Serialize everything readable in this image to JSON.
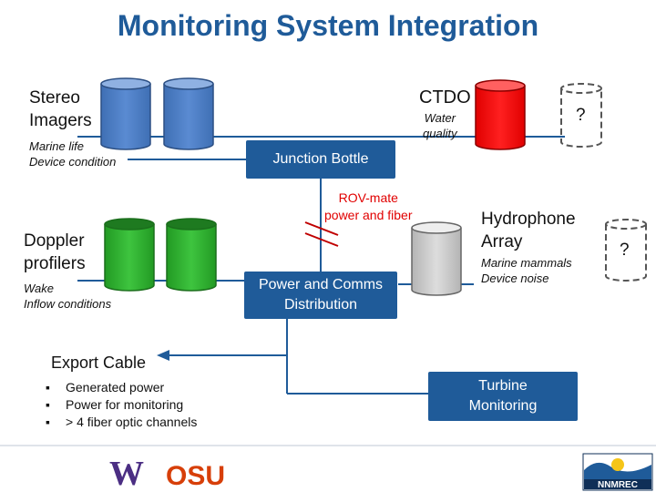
{
  "title": "Monitoring System Integration",
  "colors": {
    "title": "#1f5b99",
    "line": "#1f5b99",
    "box": "#1f5b99",
    "cyl_blue": "#4f7fc4",
    "cyl_green": "#2fb030",
    "cyl_red": "#ff0000",
    "cyl_gray": "#c8c8c8",
    "rov_text": "#e10000"
  },
  "stereo": {
    "title_line1": "Stereo",
    "title_line2": "Imagers",
    "sub_line1": "Marine life",
    "sub_line2": "Device condition",
    "icon": "blue-cylinder-icon"
  },
  "doppler": {
    "title_line1": "Doppler",
    "title_line2": "profilers",
    "sub_line1": "Wake",
    "sub_line2": "Inflow conditions",
    "icon": "green-cylinder-icon"
  },
  "ctdo": {
    "title": "CTDO",
    "sub_line1": "Water",
    "sub_line2": "quality",
    "icon": "red-cylinder-icon"
  },
  "unknown_top": {
    "label": "?"
  },
  "unknown_right": {
    "label": "?"
  },
  "hydrophone": {
    "title_line1": "Hydrophone",
    "title_line2": "Array",
    "sub_line1": "Marine mammals",
    "sub_line2": "Device noise",
    "icon": "gray-cylinder-icon"
  },
  "junction": {
    "label": "Junction Bottle"
  },
  "rov": {
    "line1": "ROV-mate",
    "line2": "power and fiber"
  },
  "power": {
    "line1": "Power and Comms",
    "line2": "Distribution"
  },
  "turbine": {
    "line1": "Turbine",
    "line2": "Monitoring"
  },
  "export": {
    "title": "Export Cable",
    "items": [
      "Generated power",
      "Power for monitoring",
      "> 4 fiber optic channels"
    ]
  },
  "logos": {
    "uw": "W",
    "osu": "OSU",
    "nnmrec": "NNMREC"
  }
}
